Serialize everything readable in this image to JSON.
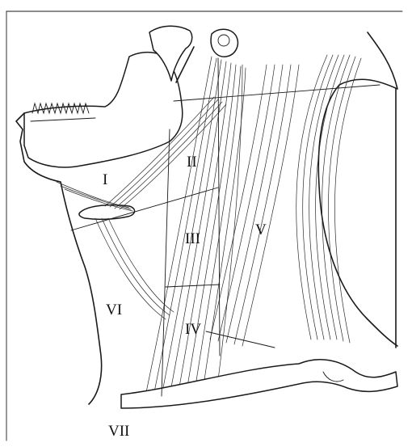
{
  "regions": {
    "I": "I",
    "II": "II",
    "III": "III",
    "IV": "IV",
    "V": "V",
    "VI": "VI",
    "VII": "VII"
  }
}
